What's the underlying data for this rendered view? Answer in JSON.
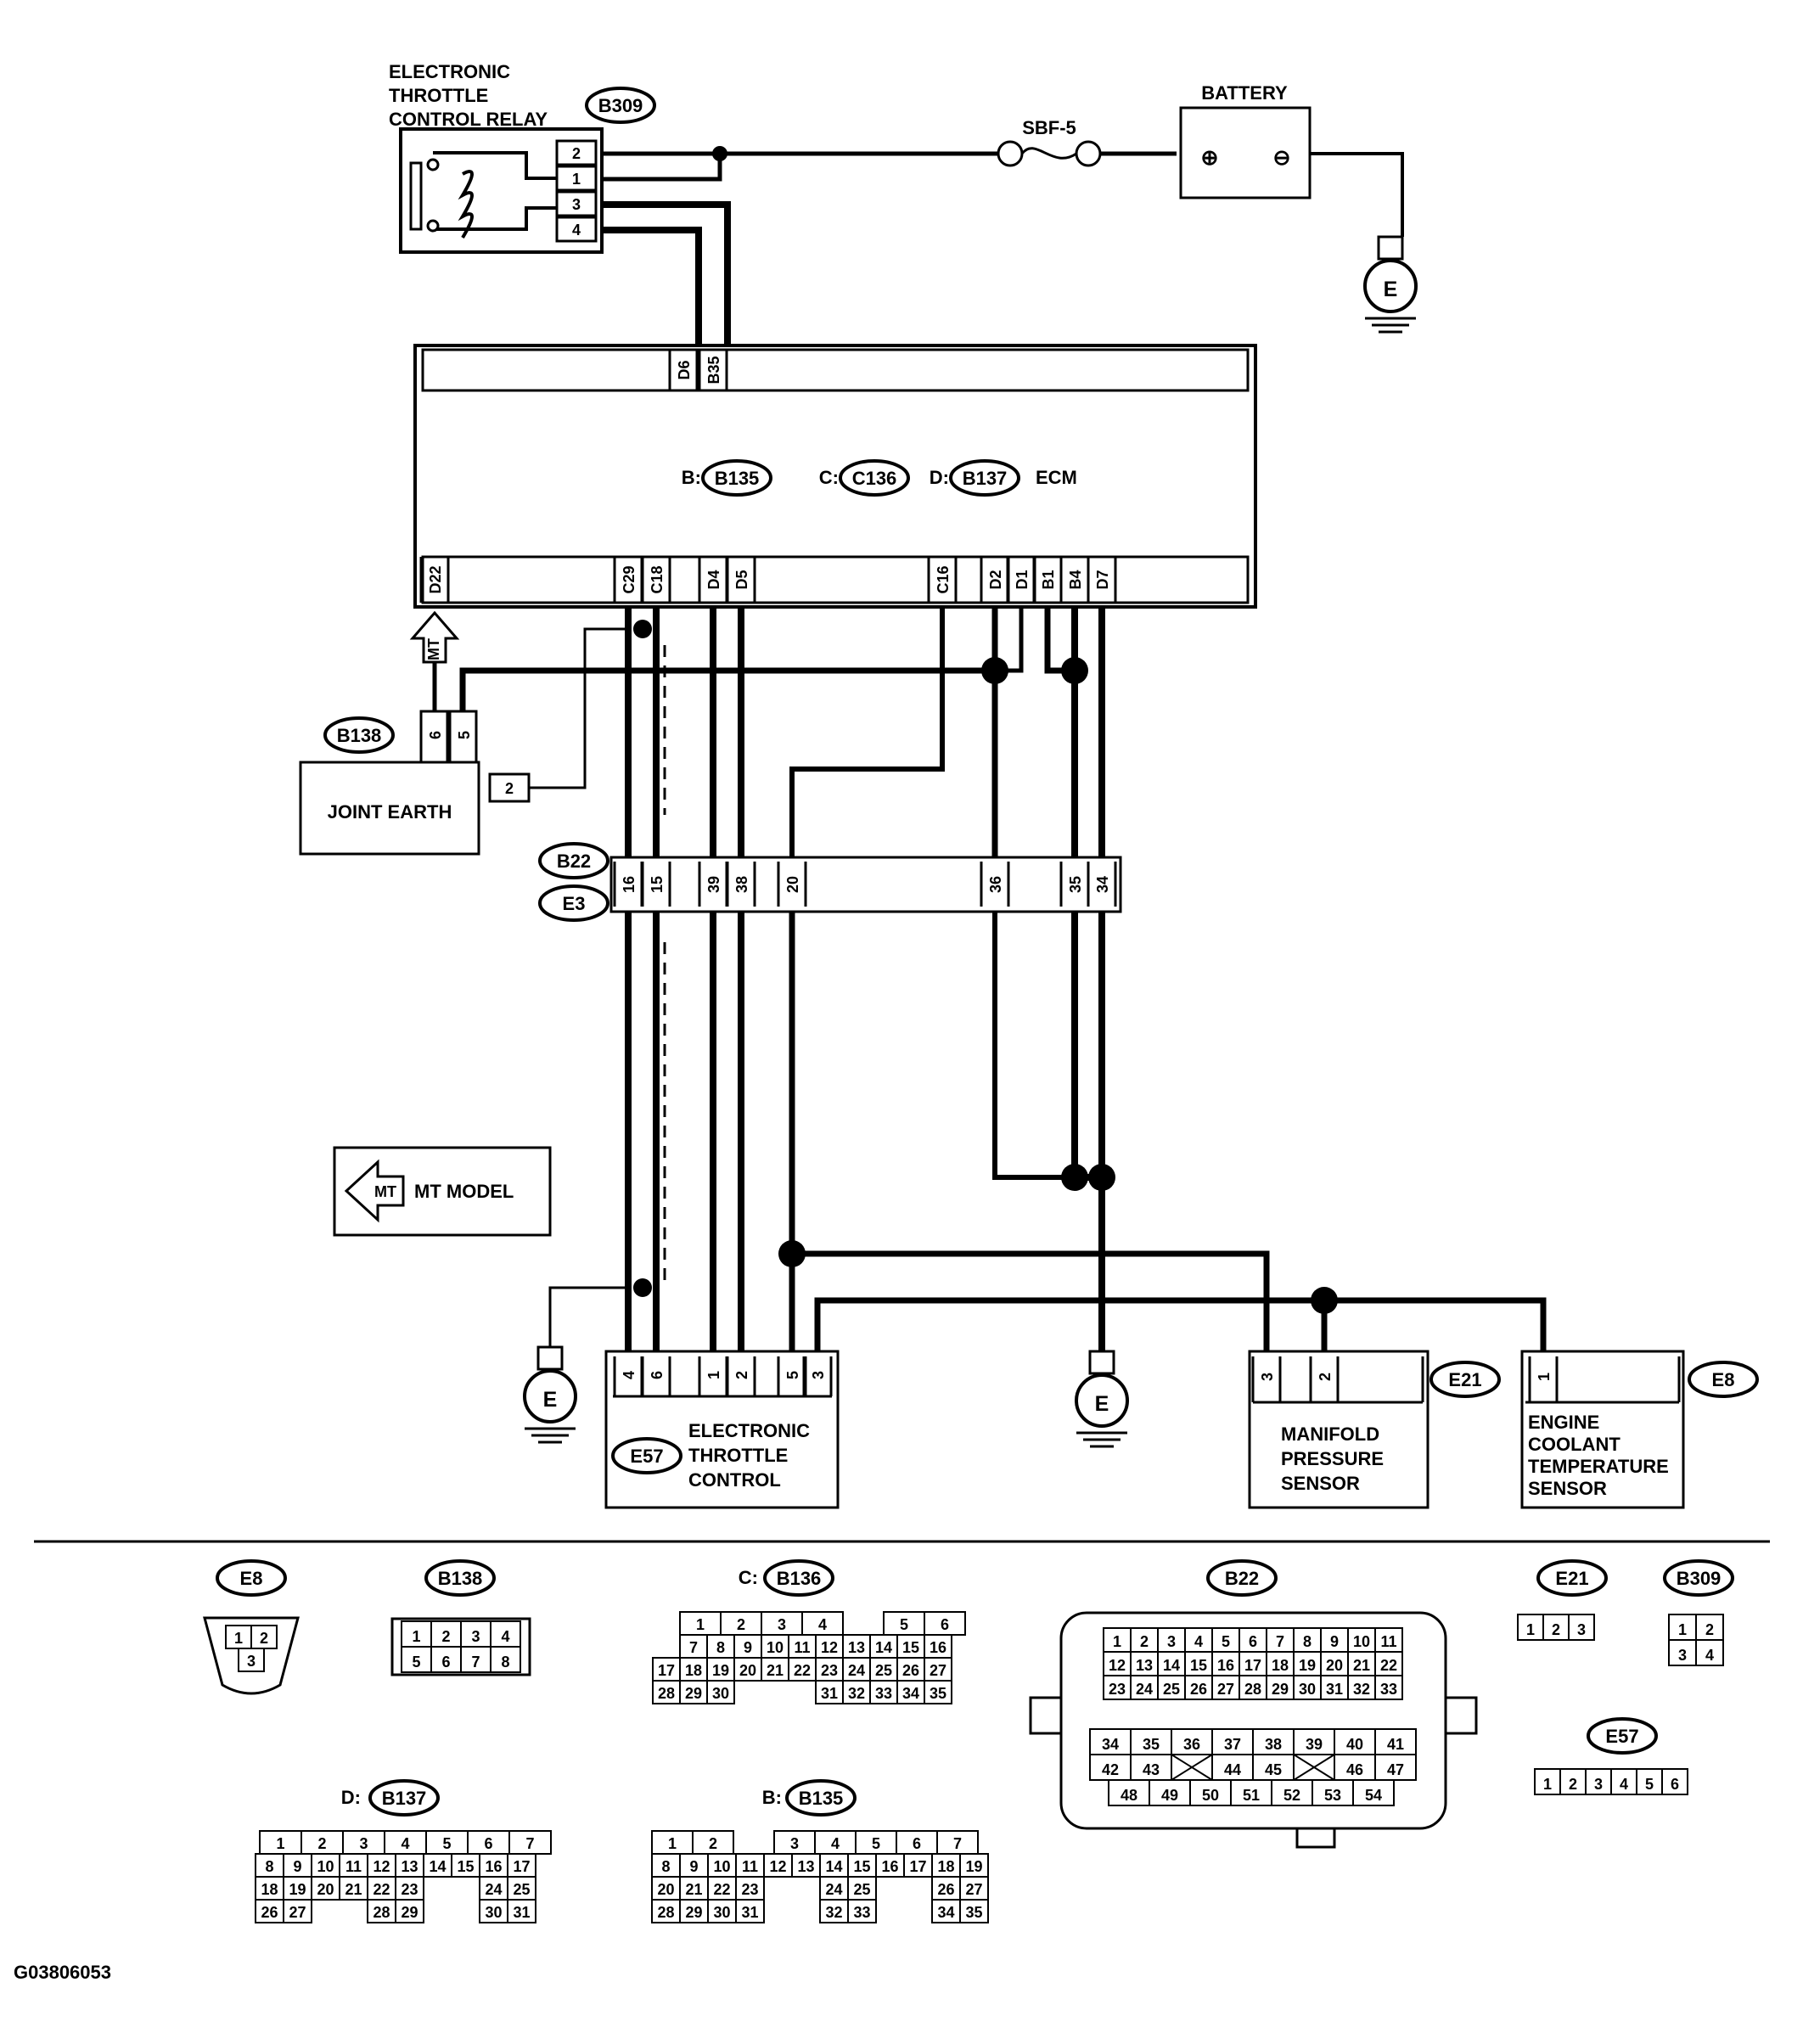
{
  "relay": {
    "title_lines": [
      "ELECTRONIC",
      "THROTTLE",
      "CONTROL RELAY"
    ],
    "id": "B309",
    "pins": [
      "2",
      "1",
      "3",
      "4"
    ]
  },
  "fuse": {
    "label": "SBF-5"
  },
  "battery": {
    "label": "BATTERY",
    "plus": "⊕",
    "minus": "⊖"
  },
  "ground": {
    "label": "E"
  },
  "ecm": {
    "label": "ECM",
    "connectors": [
      {
        "prefix": "B:",
        "id": "B135"
      },
      {
        "prefix": "C:",
        "id": "C136"
      },
      {
        "prefix": "D:",
        "id": "B137"
      }
    ],
    "top_pins": [
      "D6",
      "B35"
    ],
    "bottom_pins": [
      "D22",
      "C29",
      "C18",
      "D4",
      "D5",
      "C16",
      "D2",
      "D1",
      "B1",
      "B4",
      "D7"
    ]
  },
  "mt_arrow": {
    "label": "MT"
  },
  "joint_earth": {
    "label": "JOINT EARTH",
    "id": "B138",
    "pins": [
      "6",
      "5",
      "2"
    ]
  },
  "b22_e3": {
    "ids": [
      "B22",
      "E3"
    ],
    "pins": [
      "16",
      "15",
      "39",
      "38",
      "20",
      "36",
      "35",
      "34"
    ]
  },
  "mt_model": {
    "arrow": "MT",
    "label": "MT MODEL"
  },
  "throttle": {
    "title_lines": [
      "ELECTRONIC",
      "THROTTLE",
      "CONTROL"
    ],
    "id": "E57",
    "pins": [
      "4",
      "6",
      "1",
      "2",
      "5",
      "3"
    ]
  },
  "map_sensor": {
    "title_lines": [
      "MANIFOLD",
      "PRESSURE",
      "SENSOR"
    ],
    "id": "E21",
    "pins": [
      "3",
      "2"
    ]
  },
  "coolant_sensor": {
    "title_lines": [
      "ENGINE",
      "COOLANT",
      "TEMPERATURE",
      "SENSOR"
    ],
    "id": "E8",
    "pins": [
      "1"
    ]
  },
  "faces": {
    "e8": {
      "id": "E8",
      "rows": [
        [
          "1",
          "2"
        ],
        [
          "3"
        ]
      ]
    },
    "b138": {
      "id": "B138",
      "rows": [
        [
          "1",
          "2",
          "3",
          "4"
        ],
        [
          "5",
          "6",
          "7",
          "8"
        ]
      ]
    },
    "c136": {
      "prefix": "C:",
      "id": "B136",
      "rows": [
        [
          "1",
          "2",
          "3",
          "4",
          "",
          "5",
          "6"
        ],
        [
          "7",
          "8",
          "9",
          "10",
          "11",
          "12",
          "13",
          "14",
          "15",
          "16"
        ],
        [
          "17",
          "18",
          "19",
          "20",
          "21",
          "22",
          "23",
          "24",
          "25",
          "26",
          "27"
        ],
        [
          "28",
          "29",
          "30",
          "",
          "",
          "",
          "31",
          "32",
          "33",
          "34",
          "35"
        ]
      ]
    },
    "b22": {
      "id": "B22",
      "rows": [
        [
          "1",
          "2",
          "3",
          "4",
          "5",
          "6",
          "7",
          "8",
          "9",
          "10",
          "11"
        ],
        [
          "12",
          "13",
          "14",
          "15",
          "16",
          "17",
          "18",
          "19",
          "20",
          "21",
          "22"
        ],
        [
          "23",
          "24",
          "25",
          "26",
          "27",
          "28",
          "29",
          "30",
          "31",
          "32",
          "33"
        ],
        [
          "34",
          "35",
          "36",
          "37",
          "38",
          "39",
          "40",
          "41"
        ],
        [
          "42",
          "43",
          "X",
          "44",
          "45",
          "X",
          "46",
          "47"
        ],
        [
          "48",
          "49",
          "50",
          "51",
          "52",
          "53",
          "54"
        ]
      ]
    },
    "e21": {
      "id": "E21",
      "rows": [
        [
          "1",
          "2",
          "3"
        ]
      ]
    },
    "b309": {
      "id": "B309",
      "rows": [
        [
          "1",
          "2"
        ],
        [
          "3",
          "4"
        ]
      ]
    },
    "e57": {
      "id": "E57",
      "rows": [
        [
          "1",
          "2",
          "3",
          "4",
          "5",
          "6"
        ]
      ]
    },
    "d137": {
      "prefix": "D:",
      "id": "B137",
      "rows": [
        [
          "1",
          "2",
          "3",
          "4",
          "5",
          "6",
          "7"
        ],
        [
          "8",
          "9",
          "10",
          "11",
          "12",
          "13",
          "14",
          "15",
          "16",
          "17"
        ],
        [
          "18",
          "19",
          "20",
          "21",
          "22",
          "23",
          "",
          "",
          "24",
          "25"
        ],
        [
          "26",
          "27",
          "",
          "",
          "28",
          "29",
          "",
          "",
          "30",
          "31"
        ]
      ]
    },
    "b135": {
      "prefix": "B:",
      "id": "B135",
      "rows": [
        [
          "1",
          "2",
          "",
          "3",
          "4",
          "5",
          "6",
          "7"
        ],
        [
          "8",
          "9",
          "10",
          "11",
          "12",
          "13",
          "14",
          "15",
          "16",
          "17",
          "18",
          "19"
        ],
        [
          "20",
          "21",
          "22",
          "23",
          "",
          "",
          "24",
          "25",
          "",
          "",
          "26",
          "27"
        ],
        [
          "28",
          "29",
          "30",
          "31",
          "",
          "",
          "32",
          "33",
          "",
          "",
          "34",
          "35"
        ]
      ]
    }
  },
  "figure_code": "G03806053"
}
